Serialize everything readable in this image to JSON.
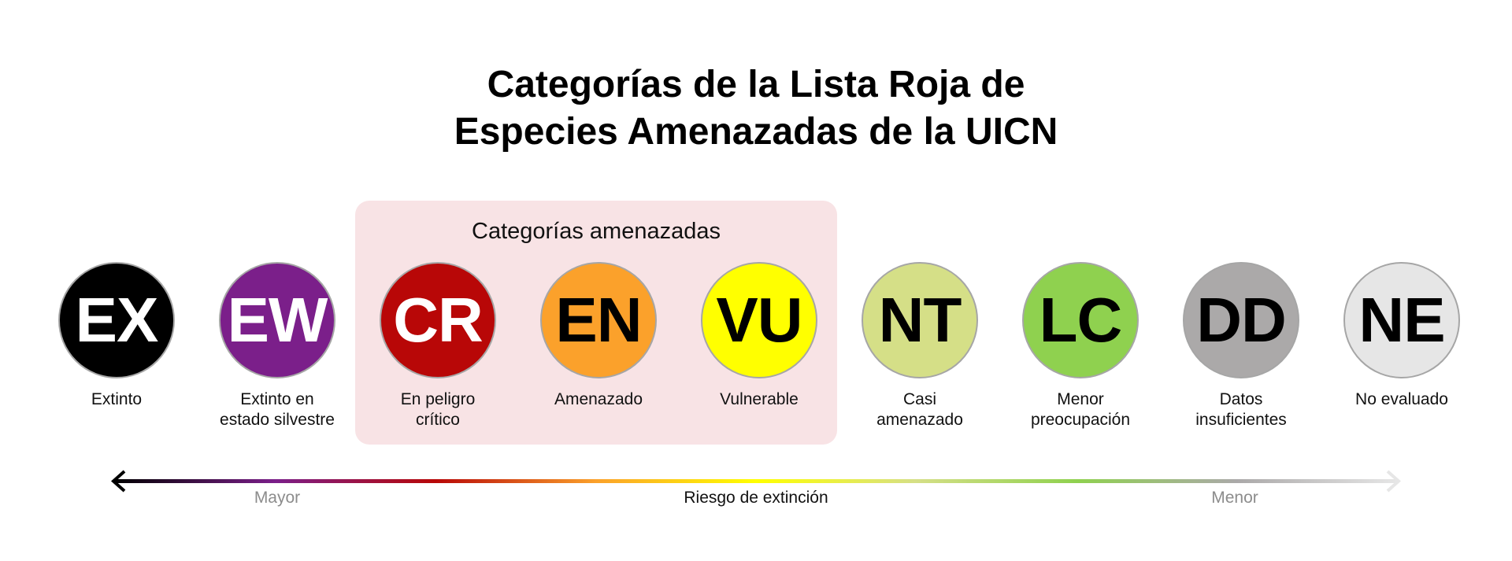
{
  "title": {
    "line1": "Categorías de la Lista Roja de",
    "line2": "Especies Amenazadas de la UICN"
  },
  "threatened_group": {
    "label": "Categorías amenazadas",
    "color": "#f8e3e5"
  },
  "categories": [
    {
      "code": "EX",
      "label_lines": [
        "Extinto"
      ],
      "fill": "#000000",
      "text_color": "#ffffff"
    },
    {
      "code": "EW",
      "label_lines": [
        "Extinto en",
        "estado silvestre"
      ],
      "fill": "#7b1f8a",
      "text_color": "#ffffff"
    },
    {
      "code": "CR",
      "label_lines": [
        "En peligro",
        "crítico"
      ],
      "fill": "#b80707",
      "text_color": "#ffffff"
    },
    {
      "code": "EN",
      "label_lines": [
        "Amenazado"
      ],
      "fill": "#fba12b",
      "text_color": "#000000"
    },
    {
      "code": "VU",
      "label_lines": [
        "Vulnerable"
      ],
      "fill": "#ffff00",
      "text_color": "#000000"
    },
    {
      "code": "NT",
      "label_lines": [
        "Casi",
        "amenazado"
      ],
      "fill": "#d5df87",
      "text_color": "#000000"
    },
    {
      "code": "LC",
      "label_lines": [
        "Menor",
        "preocupación"
      ],
      "fill": "#8fd14f",
      "text_color": "#000000"
    },
    {
      "code": "DD",
      "label_lines": [
        "Datos",
        "insuficientes"
      ],
      "fill": "#aba9a9",
      "text_color": "#000000"
    },
    {
      "code": "NE",
      "label_lines": [
        "No evaluado"
      ],
      "fill": "#e6e6e6",
      "text_color": "#000000"
    }
  ],
  "axis": {
    "left_label": "Mayor",
    "center_label": "Riesgo de extinción",
    "right_label": "Menor",
    "side_label_color": "#8c8c8c",
    "gradient": [
      "#000000",
      "#7b1f8a",
      "#b80707",
      "#fba12b",
      "#ffff00",
      "#d5df87",
      "#8fd14f",
      "#aba9a9",
      "#e6e6e6"
    ]
  }
}
